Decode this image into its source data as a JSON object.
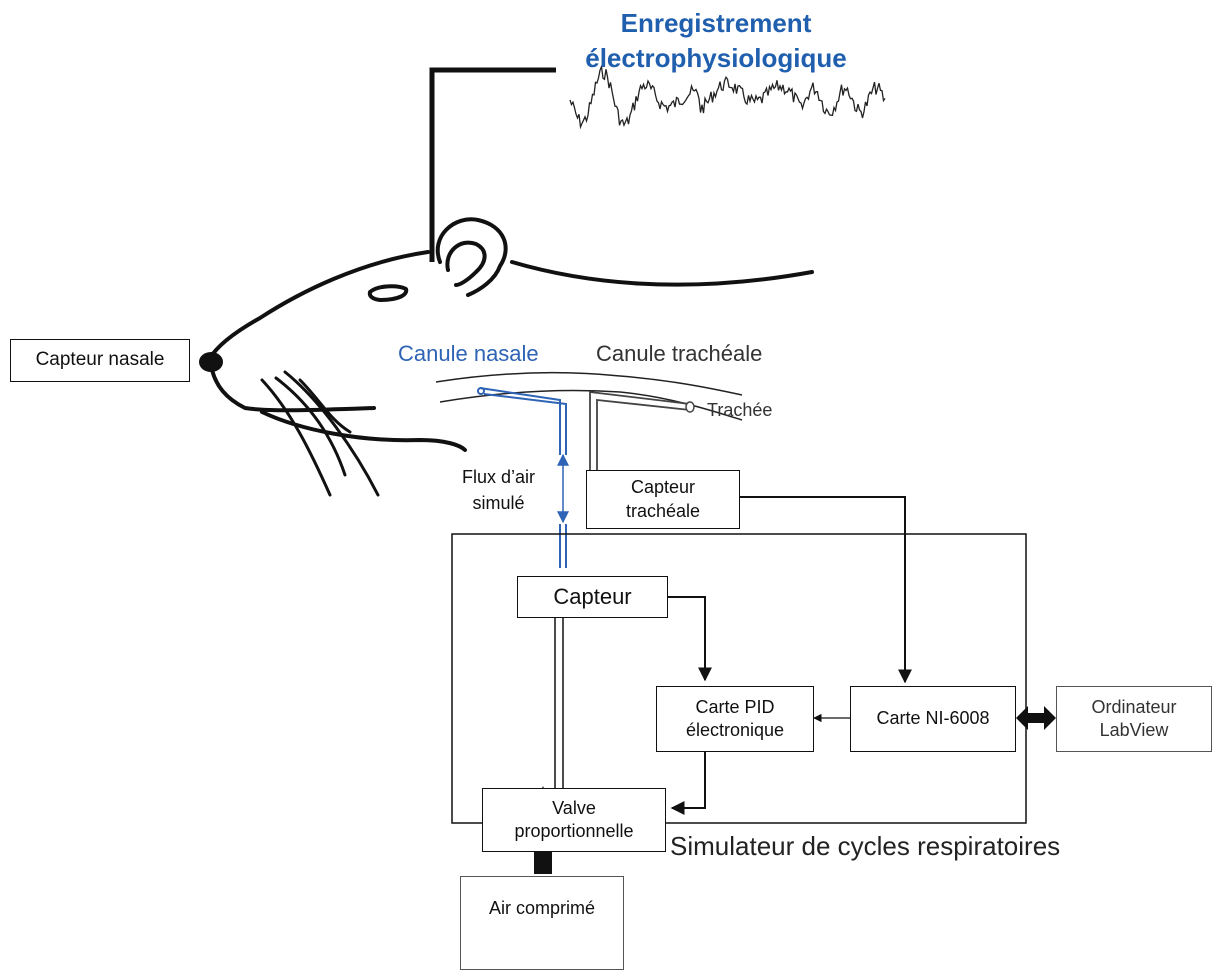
{
  "title_line1": "Enregistrement",
  "title_line2": "électrophysiologique",
  "labels": {
    "capteur_nasale": "Capteur nasale",
    "canule_nasale": "Canule nasale",
    "canule_tracheale": "Canule trachéale",
    "trachee": "Trachée",
    "flux_line1": "Flux d’air",
    "flux_line2": "simulé",
    "capteur_tracheale_line1": "Capteur",
    "capteur_tracheale_line2": "trachéale",
    "capteur": "Capteur",
    "carte_pid_line1": "Carte PID",
    "carte_pid_line2": "électronique",
    "carte_ni": "Carte NI-6008",
    "ordinateur_line1": "Ordinateur",
    "ordinateur_line2": "LabView",
    "valve_line1": "Valve",
    "valve_line2": "proportionnelle",
    "air_comprime": "Air comprimé",
    "simulateur": "Simulateur de cycles respiratoires"
  },
  "colors": {
    "accent_blue": "#2e63b5",
    "title_blue": "#1f5fae",
    "line": "#111111"
  }
}
